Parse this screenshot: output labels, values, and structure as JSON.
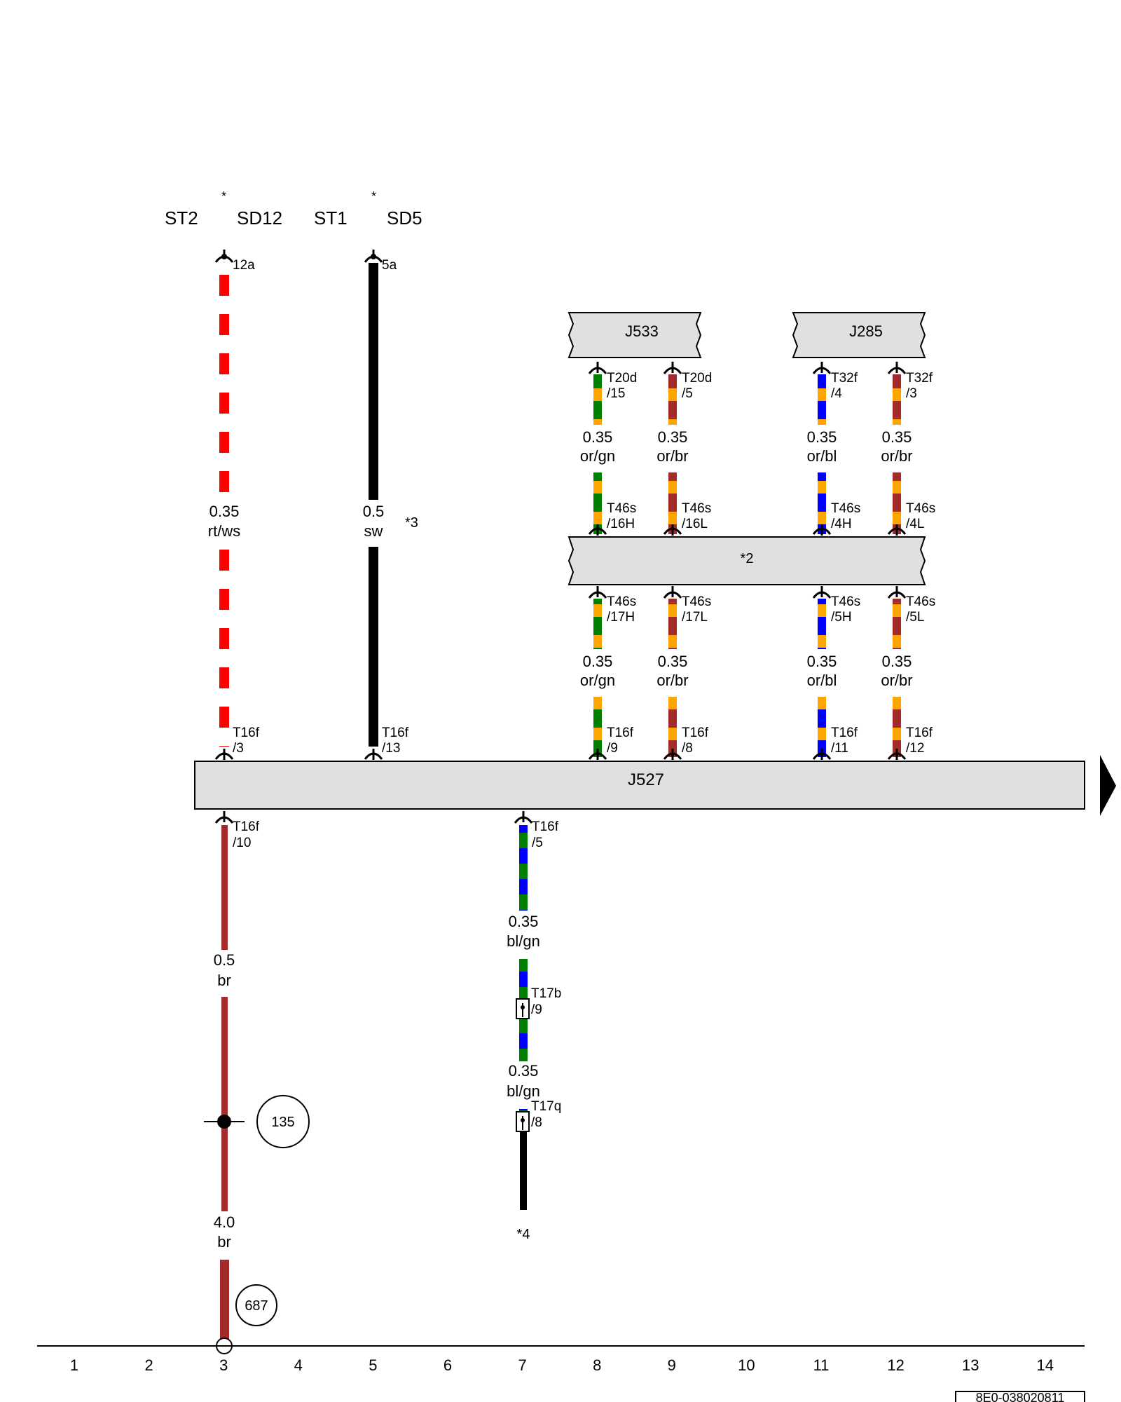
{
  "header": {
    "st2": "ST2",
    "sd12": "SD12",
    "st1": "ST1",
    "sd5": "SD5",
    "star_a": "*",
    "star_b": "*"
  },
  "top_terminals": {
    "left": "12a",
    "right": "5a"
  },
  "components": {
    "j533": "J533",
    "j285": "J285",
    "gateway": "*2",
    "j527": "J527"
  },
  "wires": {
    "left_top": {
      "size": "0.35",
      "color": "rt/ws"
    },
    "mid_top": {
      "size": "0.5",
      "color": "sw",
      "note": "*3"
    },
    "bus1": {
      "size": "0.35",
      "color": "or/gn"
    },
    "bus2": {
      "size": "0.35",
      "color": "or/br"
    },
    "bus3": {
      "size": "0.35",
      "color": "or/bl"
    },
    "bus4": {
      "size": "0.35",
      "color": "or/br"
    },
    "bus1b": {
      "size": "0.35",
      "color": "or/gn"
    },
    "bus2b": {
      "size": "0.35",
      "color": "or/br"
    },
    "bus3b": {
      "size": "0.35",
      "color": "or/bl"
    },
    "bus4b": {
      "size": "0.35",
      "color": "or/br"
    },
    "brown1": {
      "size": "0.5",
      "color": "br"
    },
    "brown2": {
      "size": "4.0",
      "color": "br"
    },
    "blgn1": {
      "size": "0.35",
      "color": "bl/gn"
    },
    "blgn2": {
      "size": "0.35",
      "color": "bl/gn"
    }
  },
  "pins": {
    "t20d_15": [
      "T20d",
      "/15"
    ],
    "t20d_5": [
      "T20d",
      "/5"
    ],
    "t32f_4": [
      "T32f",
      "/4"
    ],
    "t32f_3": [
      "T32f",
      "/3"
    ],
    "t46s_16h": [
      "T46s",
      "/16H"
    ],
    "t46s_16l": [
      "T46s",
      "/16L"
    ],
    "t46s_4h": [
      "T46s",
      "/4H"
    ],
    "t46s_4l": [
      "T46s",
      "/4L"
    ],
    "t46s_17h": [
      "T46s",
      "/17H"
    ],
    "t46s_17l": [
      "T46s",
      "/17L"
    ],
    "t46s_5h": [
      "T46s",
      "/5H"
    ],
    "t46s_5l": [
      "T46s",
      "/5L"
    ],
    "t16f_3": [
      "T16f",
      "/3"
    ],
    "t16f_13": [
      "T16f",
      "/13"
    ],
    "t16f_9": [
      "T16f",
      "/9"
    ],
    "t16f_8": [
      "T16f",
      "/8"
    ],
    "t16f_11": [
      "T16f",
      "/11"
    ],
    "t16f_12": [
      "T16f",
      "/12"
    ],
    "t16f_10": [
      "T16f",
      "/10"
    ],
    "t16f_5": [
      "T16f",
      "/5"
    ],
    "t17b_9": [
      "T17b",
      "/9"
    ],
    "t17q_8": [
      "T17q",
      "/8"
    ]
  },
  "refs": {
    "r135": "135",
    "r687": "687",
    "note4": "*4"
  },
  "grid": [
    "1",
    "2",
    "3",
    "4",
    "5",
    "6",
    "7",
    "8",
    "9",
    "10",
    "11",
    "12",
    "13",
    "14"
  ],
  "footer_code": "8E0-038020811",
  "colors": {
    "red": "#ff0000",
    "brown": "#a52a2a",
    "orange": "#ffa500",
    "green": "#008000",
    "blue": "#0000ff",
    "black": "#000000",
    "box": "#e0e0e0"
  }
}
